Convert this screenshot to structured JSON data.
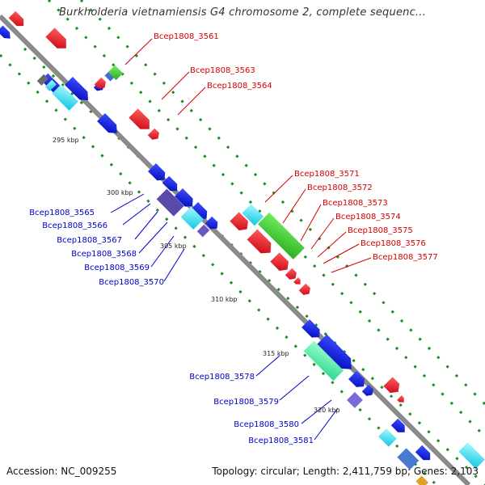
{
  "title": "Burkholderia vietnamiensis G4 chromosome 2, complete sequenc...",
  "footer": {
    "accession": "Accession: NC_009255",
    "topology": "Topology: circular; Length: 2,411,759 bp; Genes: 2,103"
  },
  "colors": {
    "backbone": "#8a8a8a",
    "tick": "#1e7a1e",
    "red_label": "#d40000",
    "blue_label": "#0000c8",
    "forward_cds": "#e8001c",
    "reverse_cds": "#0018e0"
  },
  "kbp_labels": [
    "295 kbp",
    "300 kbp",
    "305 kbp",
    "310 kbp",
    "315 kbp",
    "320 kbp"
  ],
  "gene_labels_red": [
    "Bcep1808_3561",
    "Bcep1808_3563",
    "Bcep1808_3564",
    "Bcep1808_3571",
    "Bcep1808_3572",
    "Bcep1808_3573",
    "Bcep1808_3574",
    "Bcep1808_3575",
    "Bcep1808_3576",
    "Bcep1808_3577"
  ],
  "gene_labels_blue": [
    "Bcep1808_3565",
    "Bcep1808_3566",
    "Bcep1808_3567",
    "Bcep1808_3568",
    "Bcep1808_3569",
    "Bcep1808_3570",
    "Bcep1808_3578",
    "Bcep1808_3579",
    "Bcep1808_3580",
    "Bcep1808_3581"
  ]
}
